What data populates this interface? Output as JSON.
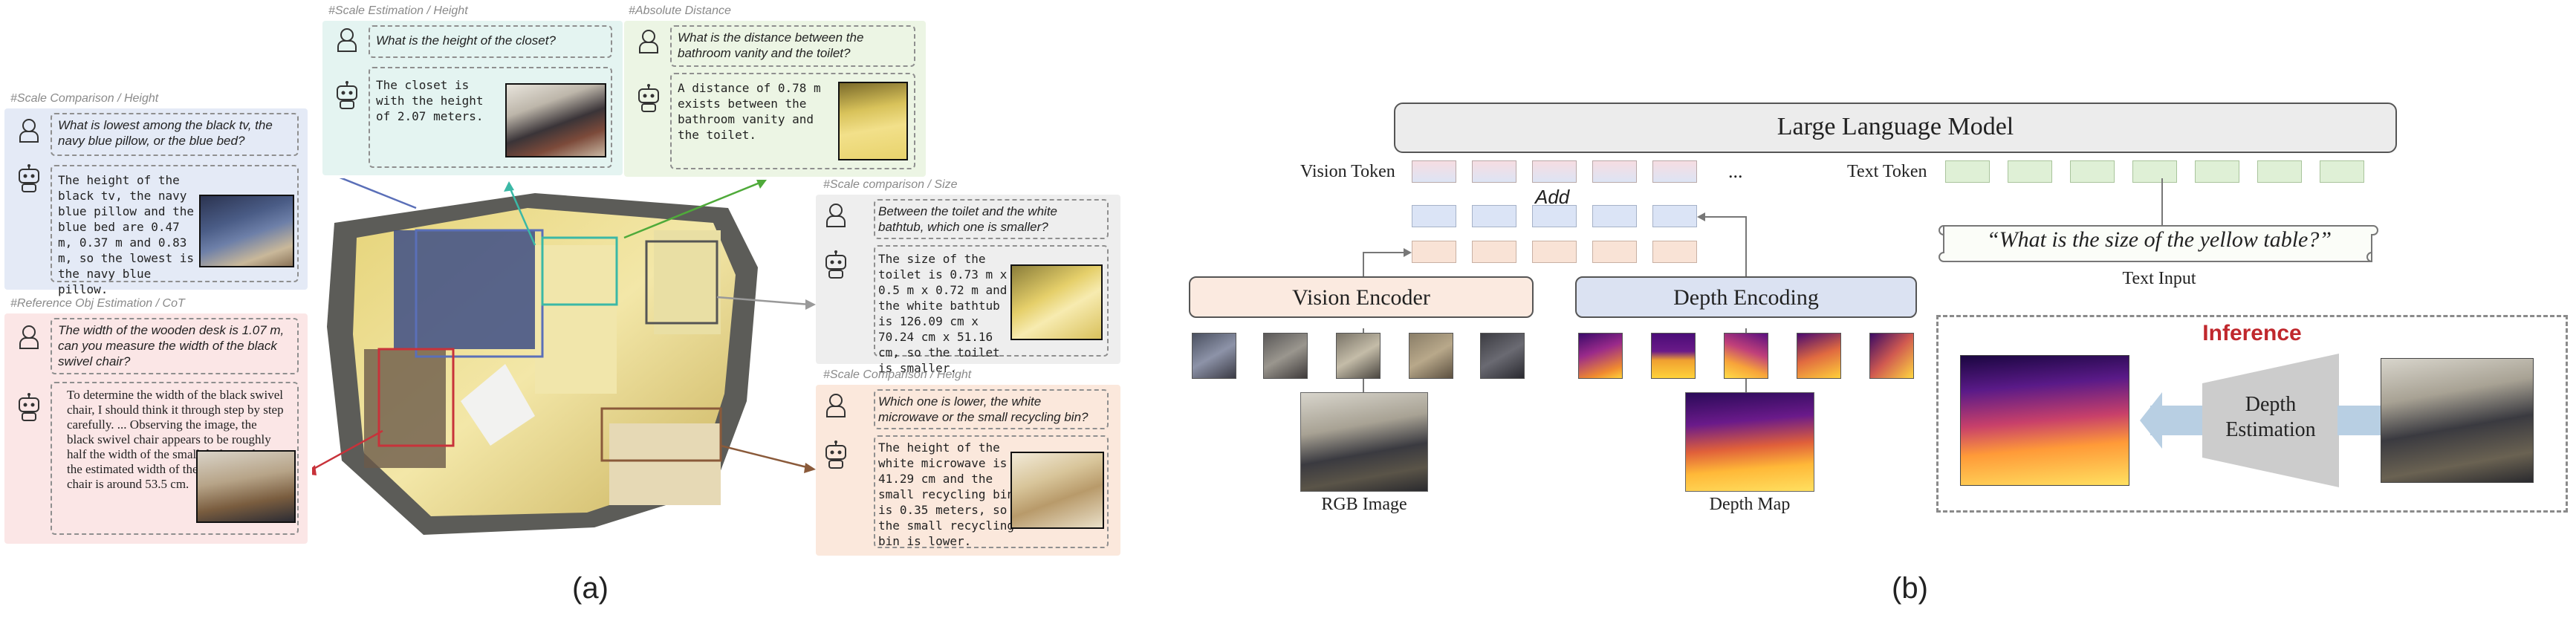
{
  "panel_a": {
    "caption": "(a)",
    "cards": {
      "scale_comparison_height_left": {
        "tag": "#Scale Comparison / Height",
        "question": "What is lowest among the black tv, the navy blue pillow, or the blue bed?",
        "answer": "The height of the black tv, the navy blue pillow and the blue bed are 0.47 m, 0.37 m and 0.83 m, so the lowest is the navy blue pillow."
      },
      "reference_obj": {
        "tag": "#Reference Obj Estimation / CoT",
        "question": "The width of the wooden desk is 1.07 m, can you measure the width of the black swivel chair?",
        "answer": "To determine the width of the black swivel chair, I should think it through step by step carefully. ... Observing the image, the black swivel chair appears to be roughly half the width of the small desk. ... Thus, the estimated width of the black swivel chair is around 53.5 cm."
      },
      "scale_estimation": {
        "tag": "#Scale Estimation / Height",
        "question": "What is the height of the closet?",
        "answer": "The closet is with the height of 2.07 meters."
      },
      "absolute_distance": {
        "tag": "#Absolute Distance",
        "question": "What is the distance between the bathroom vanity and the toilet?",
        "answer": "A distance of 0.78 m exists between the bathroom vanity and the toilet."
      },
      "scale_comparison_size": {
        "tag": "#Scale comparison / Size",
        "question": "Between the toilet and the white bathtub, which one is smaller?",
        "answer": "The size of the toilet is 0.73 m x 0.5 m x 0.72 m and the white bathtub is 126.09 cm x 70.24 cm x 51.16 cm, so the toilet is smaller."
      },
      "scale_comparison_height_right": {
        "tag": "#Scale Comparison / Height",
        "question": "Which one is lower, the white microwave or the small recycling bin?",
        "answer": "The height of the white microwave is 41.29 cm and the small recycling bin is 0.35 meters, so the small recycling bin is lower."
      }
    }
  },
  "panel_b": {
    "caption": "(b)",
    "llm_label": "Large Language Model",
    "vision_token_label": "Vision Token",
    "text_token_label": "Text Token",
    "ellipsis": "...",
    "add_label": "Add",
    "vision_encoder_label": "Vision Encoder",
    "depth_encoding_label": "Depth Encoding",
    "text_input_quote": "“What is the size of  the yellow table?”",
    "text_input_label": "Text Input",
    "rgb_label": "RGB Image",
    "depth_map_label": "Depth Map",
    "inference_title": "Inference",
    "depth_estimation_label": "Depth\nEstimation"
  },
  "colors": {
    "blue_card": "#e4eaf6",
    "red_card": "#fbe6e6",
    "cyan_card": "#e4f4f1",
    "green_card": "#ecf5e4",
    "gray_card": "#eeeeee",
    "orange_card": "#fbe8dc",
    "inference_red": "#c0282d",
    "llm_box": "#ececec",
    "vision_encoder": "#fbeae0",
    "depth_encoding": "#dbe2f2"
  }
}
